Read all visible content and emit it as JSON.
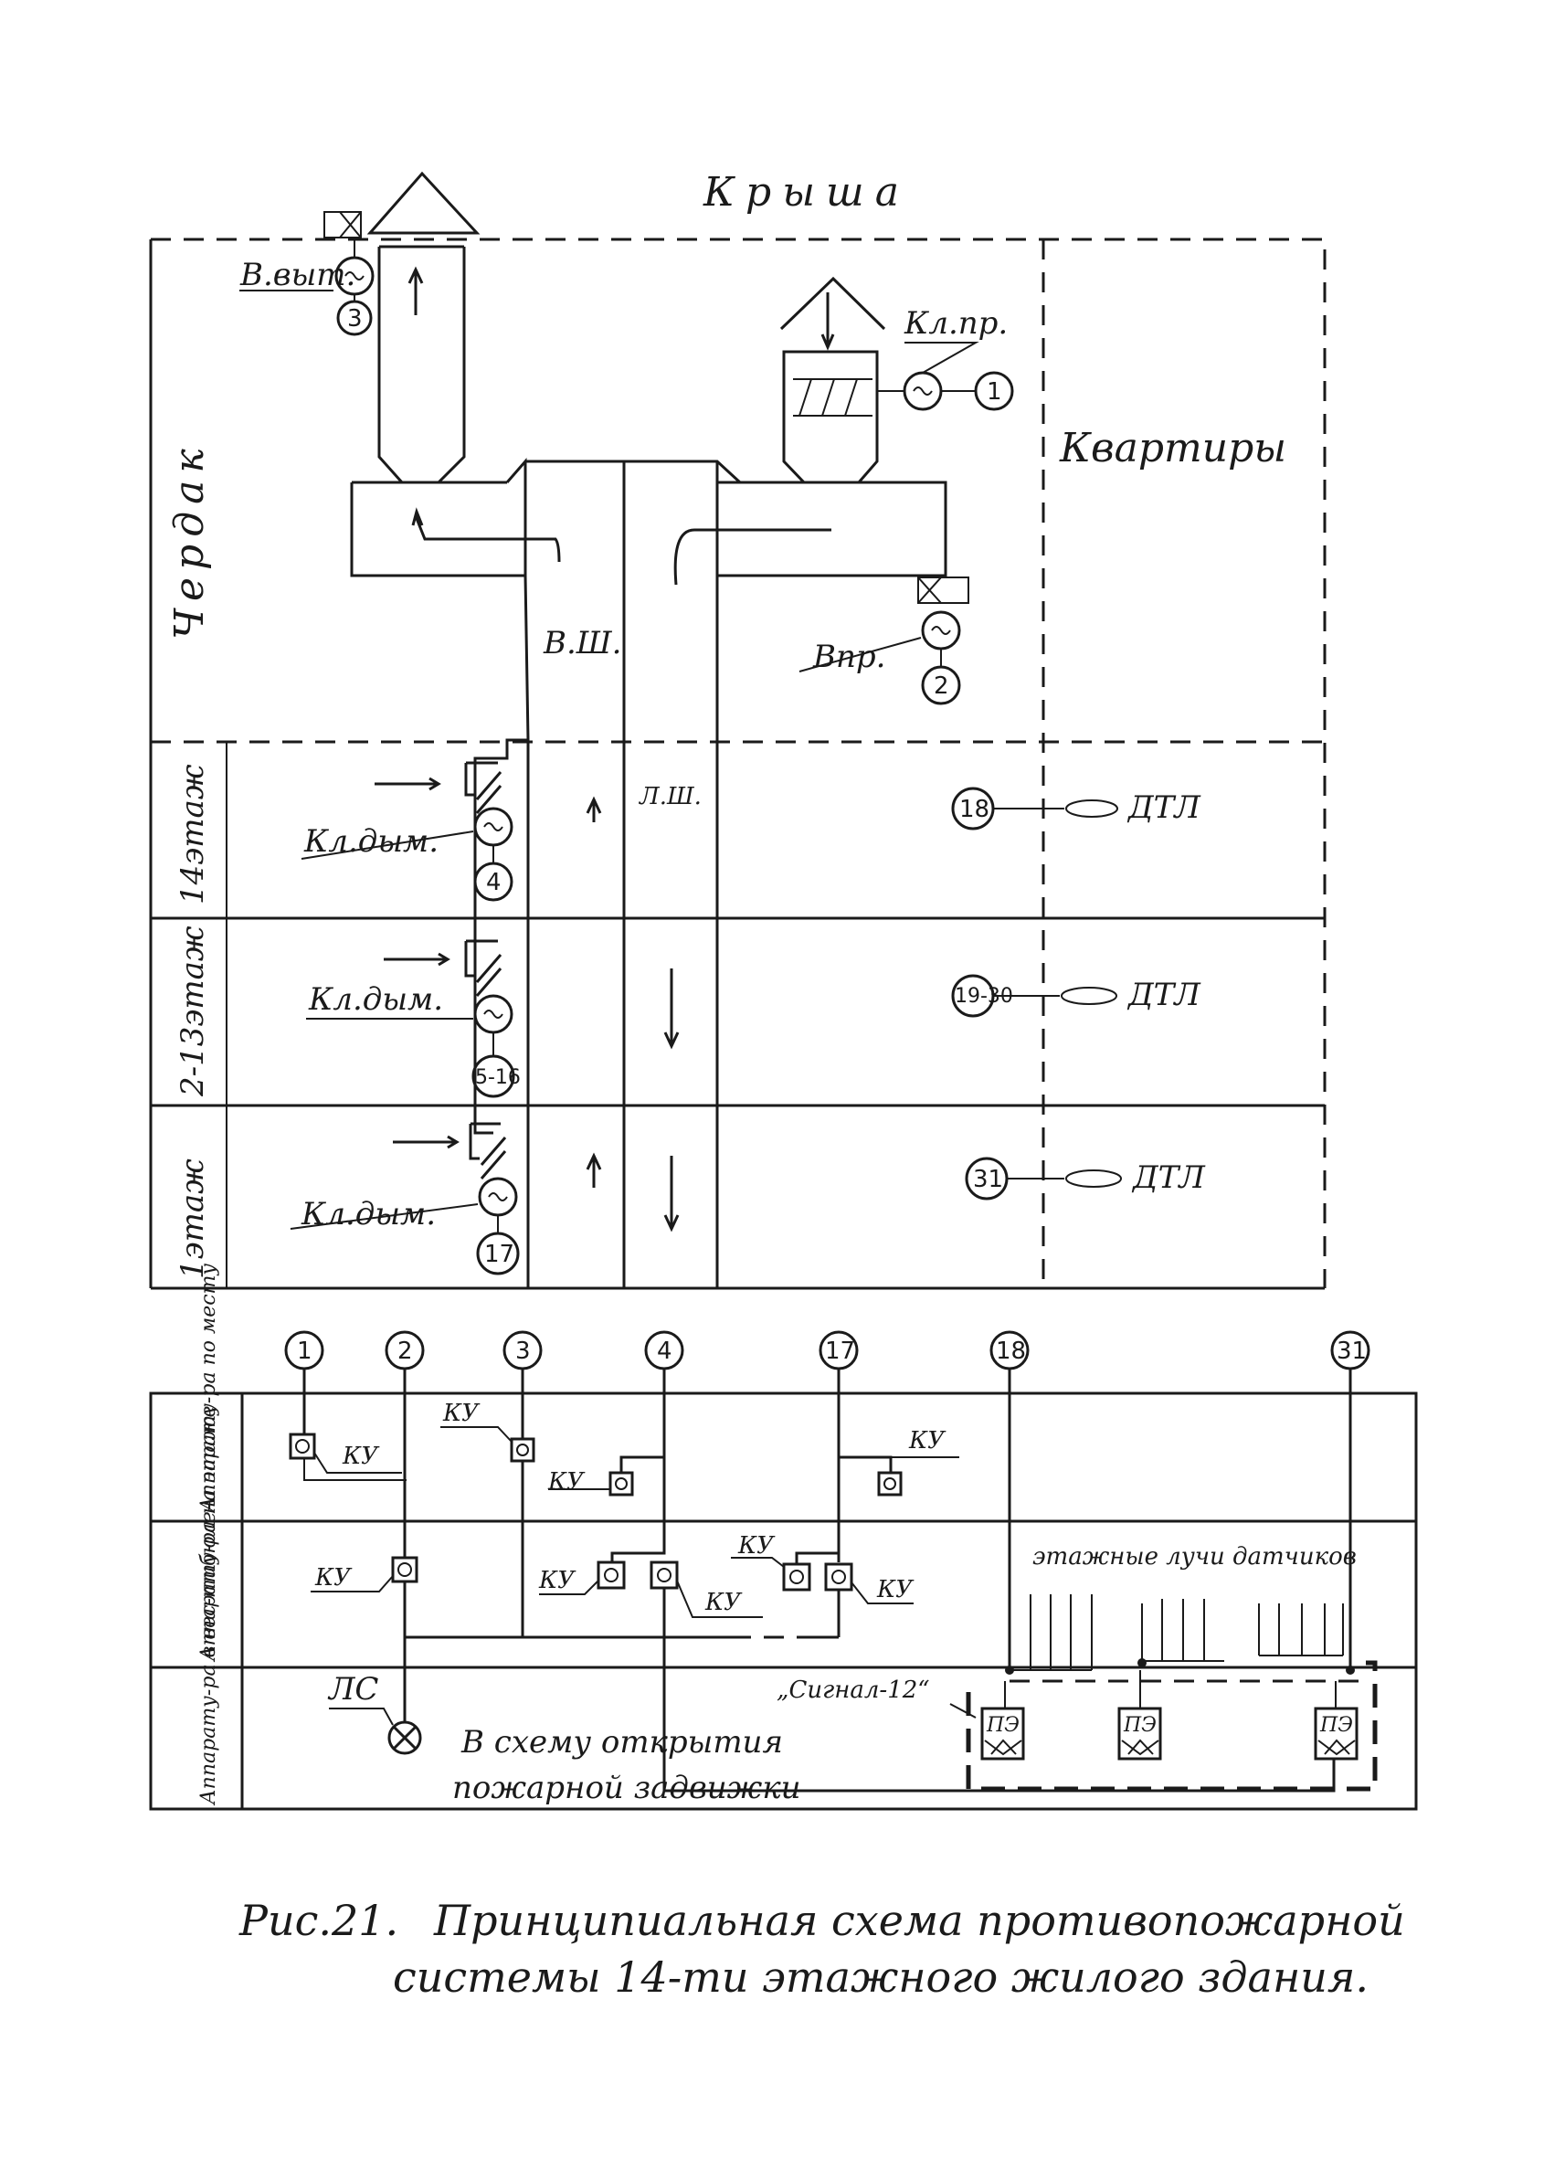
{
  "labels": {
    "roof": "Крыша",
    "attic": "Чердак",
    "apartments": "Квартиры",
    "floor14": "14этаж",
    "floor2_13": "2-13этаж",
    "floor1": "1этаж",
    "exhaust_shaft": "В.Ш.",
    "stair_shaft": "Л.Ш.",
    "fan_exhaust": "В.выт.",
    "fan_supply": "Впр.",
    "valve_supply": "Кл.пр.",
    "smoke_valve_14": "Кл.дым.",
    "smoke_valve_2_13": "Кл.дым.",
    "smoke_valve_1": "Кл.дым."
  },
  "detectors": [
    {
      "num": "18",
      "label": "ДТЛ"
    },
    {
      "num": "19-30",
      "label": "ДТЛ"
    },
    {
      "num": "31",
      "label": "ДТЛ"
    }
  ],
  "markers": {
    "fan_exhaust": "3",
    "fan_supply": "2",
    "valve_supply": "1",
    "valve_14": "4",
    "valve_2_13": "5-16",
    "valve_1": "17"
  },
  "bottom": {
    "columns": [
      "1",
      "2",
      "3",
      "4",
      "17",
      "18",
      "31"
    ],
    "rows": [
      "Аппарату-ра по месту",
      "Аппарату-ра на этаже",
      "Аппарату-ра в вес-тибюле"
    ],
    "ku": "КУ",
    "ls": "ЛС",
    "signal": "„Сигнал-12“",
    "pe": "ПЭ",
    "floor_rays": "этажные лучи датчиков",
    "to_scheme_1": "В схему открытия",
    "to_scheme_2": "пожарной задвижки"
  },
  "caption": {
    "fig": "Рис.21.",
    "line1": "Принципиальная схема противопожарной",
    "line2": "системы 14-ти этажного жилого здания."
  }
}
